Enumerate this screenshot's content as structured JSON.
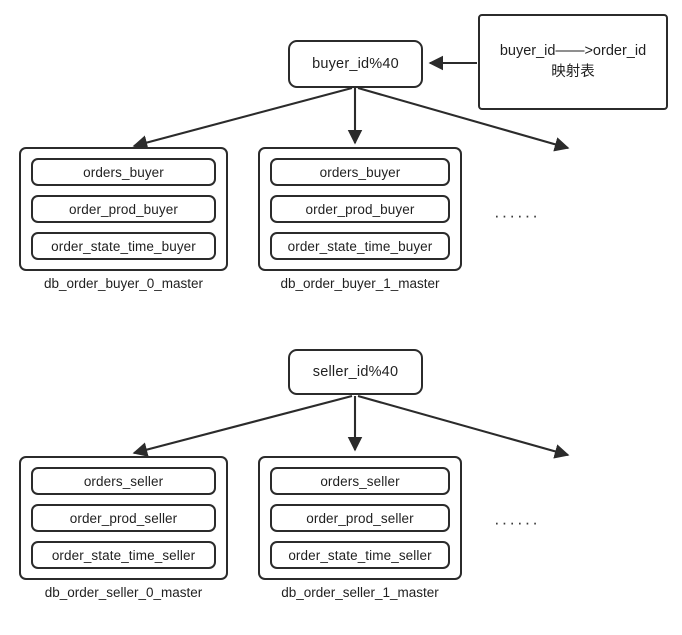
{
  "diagram": {
    "title_text": "",
    "stroke_color": "#2b2b2b",
    "text_color": "#1f1f1f",
    "background": "#ffffff",
    "ellipsis_text": "······"
  },
  "sections": [
    {
      "id": "buyer",
      "shard_key": {
        "label": "buyer_id%40",
        "name": "buyer-shard-key-box"
      },
      "mapping_table": {
        "line1": "buyer_id——>order_id",
        "line2": "映射表",
        "name": "buyer-order-mapping-table-box"
      },
      "databases": [
        {
          "label": "db_order_buyer_0_master",
          "tables": [
            "orders_buyer",
            "order_prod_buyer",
            "order_state_time_buyer"
          ]
        },
        {
          "label": "db_order_buyer_1_master",
          "tables": [
            "orders_buyer",
            "order_prod_buyer",
            "order_state_time_buyer"
          ]
        }
      ],
      "more_indicator": "······"
    },
    {
      "id": "seller",
      "shard_key": {
        "label": "seller_id%40",
        "name": "seller-shard-key-box"
      },
      "mapping_table": null,
      "databases": [
        {
          "label": "db_order_seller_0_master",
          "tables": [
            "orders_seller",
            "order_prod_seller",
            "order_state_time_seller"
          ]
        },
        {
          "label": "db_order_seller_1_master",
          "tables": [
            "orders_seller",
            "order_prod_seller",
            "order_state_time_seller"
          ]
        }
      ],
      "more_indicator": "······"
    }
  ]
}
